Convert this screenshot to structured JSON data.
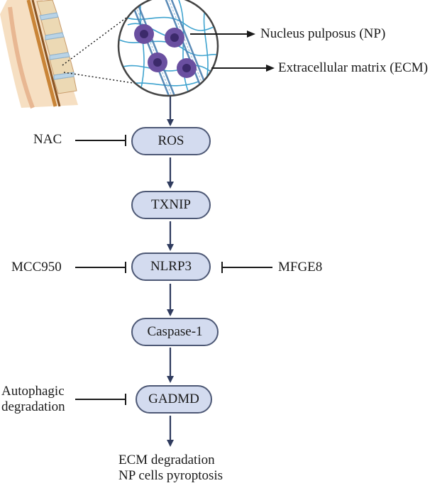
{
  "annotations": {
    "np": "Nucleus pulposus (NP)",
    "ecm": "Extracellular matrix (ECM)"
  },
  "pathway": [
    "ROS",
    "TXNIP",
    "NLRP3",
    "Caspase-1",
    "GADMD"
  ],
  "inhibitors": {
    "nac": "NAC",
    "mcc950": "MCC950",
    "mfge8": "MFGE8",
    "autophagic_line1": "Autophagic",
    "autophagic_line2": "degradation"
  },
  "outcome": {
    "line1": "ECM degradation",
    "line2": "NP cells pyroptosis"
  },
  "colors": {
    "node_fill": "#d3dbef",
    "node_border": "#4d5875",
    "arrow": "#2f3b5e",
    "inhibit_line": "#1a1a1a",
    "cell": "#6a4fa0",
    "fiber": "#3ea3cf"
  }
}
